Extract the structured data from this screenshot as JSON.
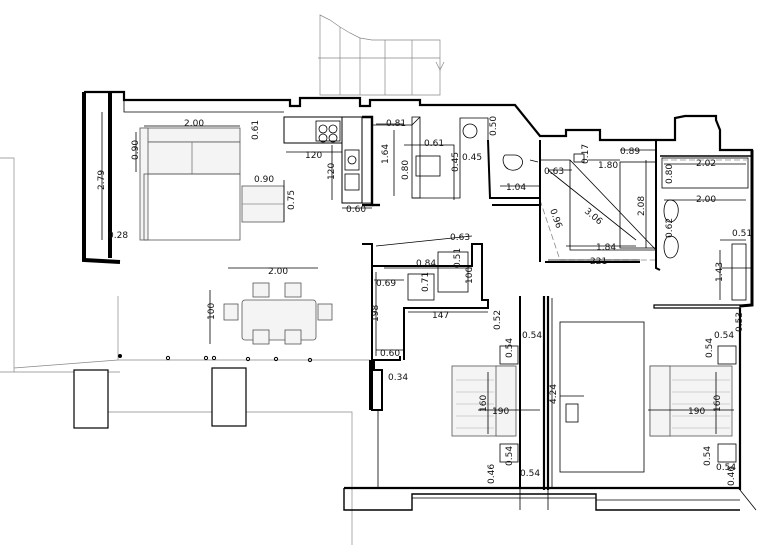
{
  "labels": {
    "sofa_width": "2.00",
    "sofa_depth": "0.90",
    "sofa_gap": "0.61",
    "kitchen_120a": "120",
    "kitchen_120b": "120",
    "living_height": "2.79",
    "armchair_w": "0.90",
    "armchair_d": "0.75",
    "wall_028": "0.28",
    "kitchen_060": "0.60",
    "pantry_081": "0.81",
    "pantry_164": "1.64",
    "pantry_080": "0.80",
    "pantry_061": "0.61",
    "pantry_045a": "0.45",
    "pantry_045b": "0.45",
    "bath_050": "0.50",
    "bath_104": "1.04",
    "bath_063": "0.63",
    "bath_306": "3.06",
    "bath_096": "0.96",
    "bath_017": "0.17",
    "bath_180": "1.80",
    "bath_208": "2.08",
    "bath_184": "1.84",
    "bath_221": "221",
    "bath2_089": "0.89",
    "bath2_202": "2.02",
    "bath2_080": "0.80",
    "bath2_200": "2.00",
    "bath2_062": "0.62",
    "bath2_051": "0.51",
    "bath2_143": "1.43",
    "table_200": "2.00",
    "table_100": "100",
    "hall_063": "0.63",
    "hall_084": "0.84",
    "hall_051": "0.51",
    "hall_069": "0.69",
    "hall_071": "0.71",
    "hall_100": "100",
    "hall_147": "147",
    "hall_198": "198",
    "hall_060": "0.60",
    "hall_034": "0.34",
    "bed1_052": "0.52",
    "bed1_054a": "0.54",
    "bed1_054b": "0.54",
    "bed1_160": "160",
    "bed1_190": "190",
    "bed1_054c": "0.54",
    "bed1_054d": "0.54",
    "bed1_046": "0.46",
    "corr_424": "4.24",
    "bed2_054a": "0.54",
    "bed2_053": "0.53",
    "bed2_054b": "0.54",
    "bed2_190": "190",
    "bed2_160": "160",
    "bed2_054c": "0.54",
    "bed2_054d": "0.54",
    "bed2_046": "0.46"
  }
}
